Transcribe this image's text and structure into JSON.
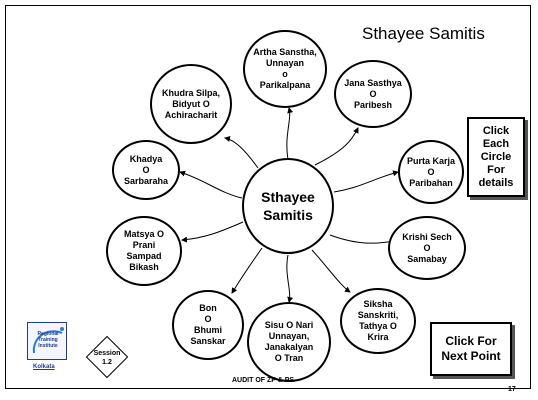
{
  "title": "Sthayee Samitis",
  "center": "Sthayee\nSamitis",
  "nodes": [
    "Artha Sanstha,\nUnnayan\no\nParikalpana",
    "Jana Sasthya\nO\nParibesh",
    "Purta Karja\nO\nParibahan",
    "Krishi Sech\nO\nSamabay",
    "Siksha\nSanskriti,\nTathya O\nKrira",
    "Sisu O Nari\nUnnayan,\nJanakalyan\nO Tran",
    "Bon\nO\nBhumi\nSanskar",
    "Matsya O\nPrani\nSampad\nBikash",
    "Khadya\nO\nSarbaraha",
    "Khudra Silpa,\nBidyut O\nAchiracharit"
  ],
  "buttons": {
    "details": "Click\nEach\nCircle\nFor\ndetails",
    "next": "Click For\nNext Point"
  },
  "footer": "AUDIT OF ZP  & PS",
  "page_number": "17",
  "session_label": "Session\n1.2",
  "logo": {
    "text": "Regional\nTraining\nInstitute",
    "city": "Kolkata"
  }
}
